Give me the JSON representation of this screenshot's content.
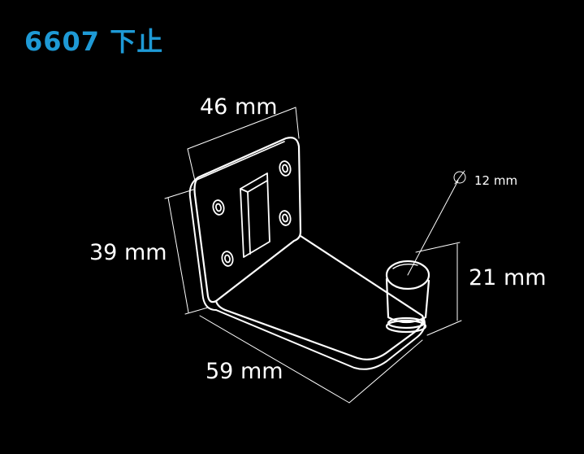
{
  "title": {
    "text": "6607 下止",
    "color": "#1e9ad6"
  },
  "dimensions": {
    "width": "46 mm",
    "height": "39 mm",
    "length": "59 mm",
    "roller_height": "21 mm",
    "roller_diameter": "12 mm"
  },
  "colors": {
    "background": "#000000",
    "line": "#ffffff"
  }
}
